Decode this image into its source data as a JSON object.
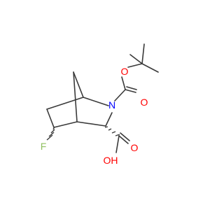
{
  "atoms": {
    "n": "N",
    "o_ester": "O",
    "o_boc_carbonyl": "O",
    "o_acid_carbonyl": "O",
    "oh": "OH",
    "f": "F"
  },
  "colors": {
    "bond": "#3a3a3a",
    "oxygen": "#ff0000",
    "nitrogen": "#0000ff",
    "fluorine": "#90c060"
  }
}
